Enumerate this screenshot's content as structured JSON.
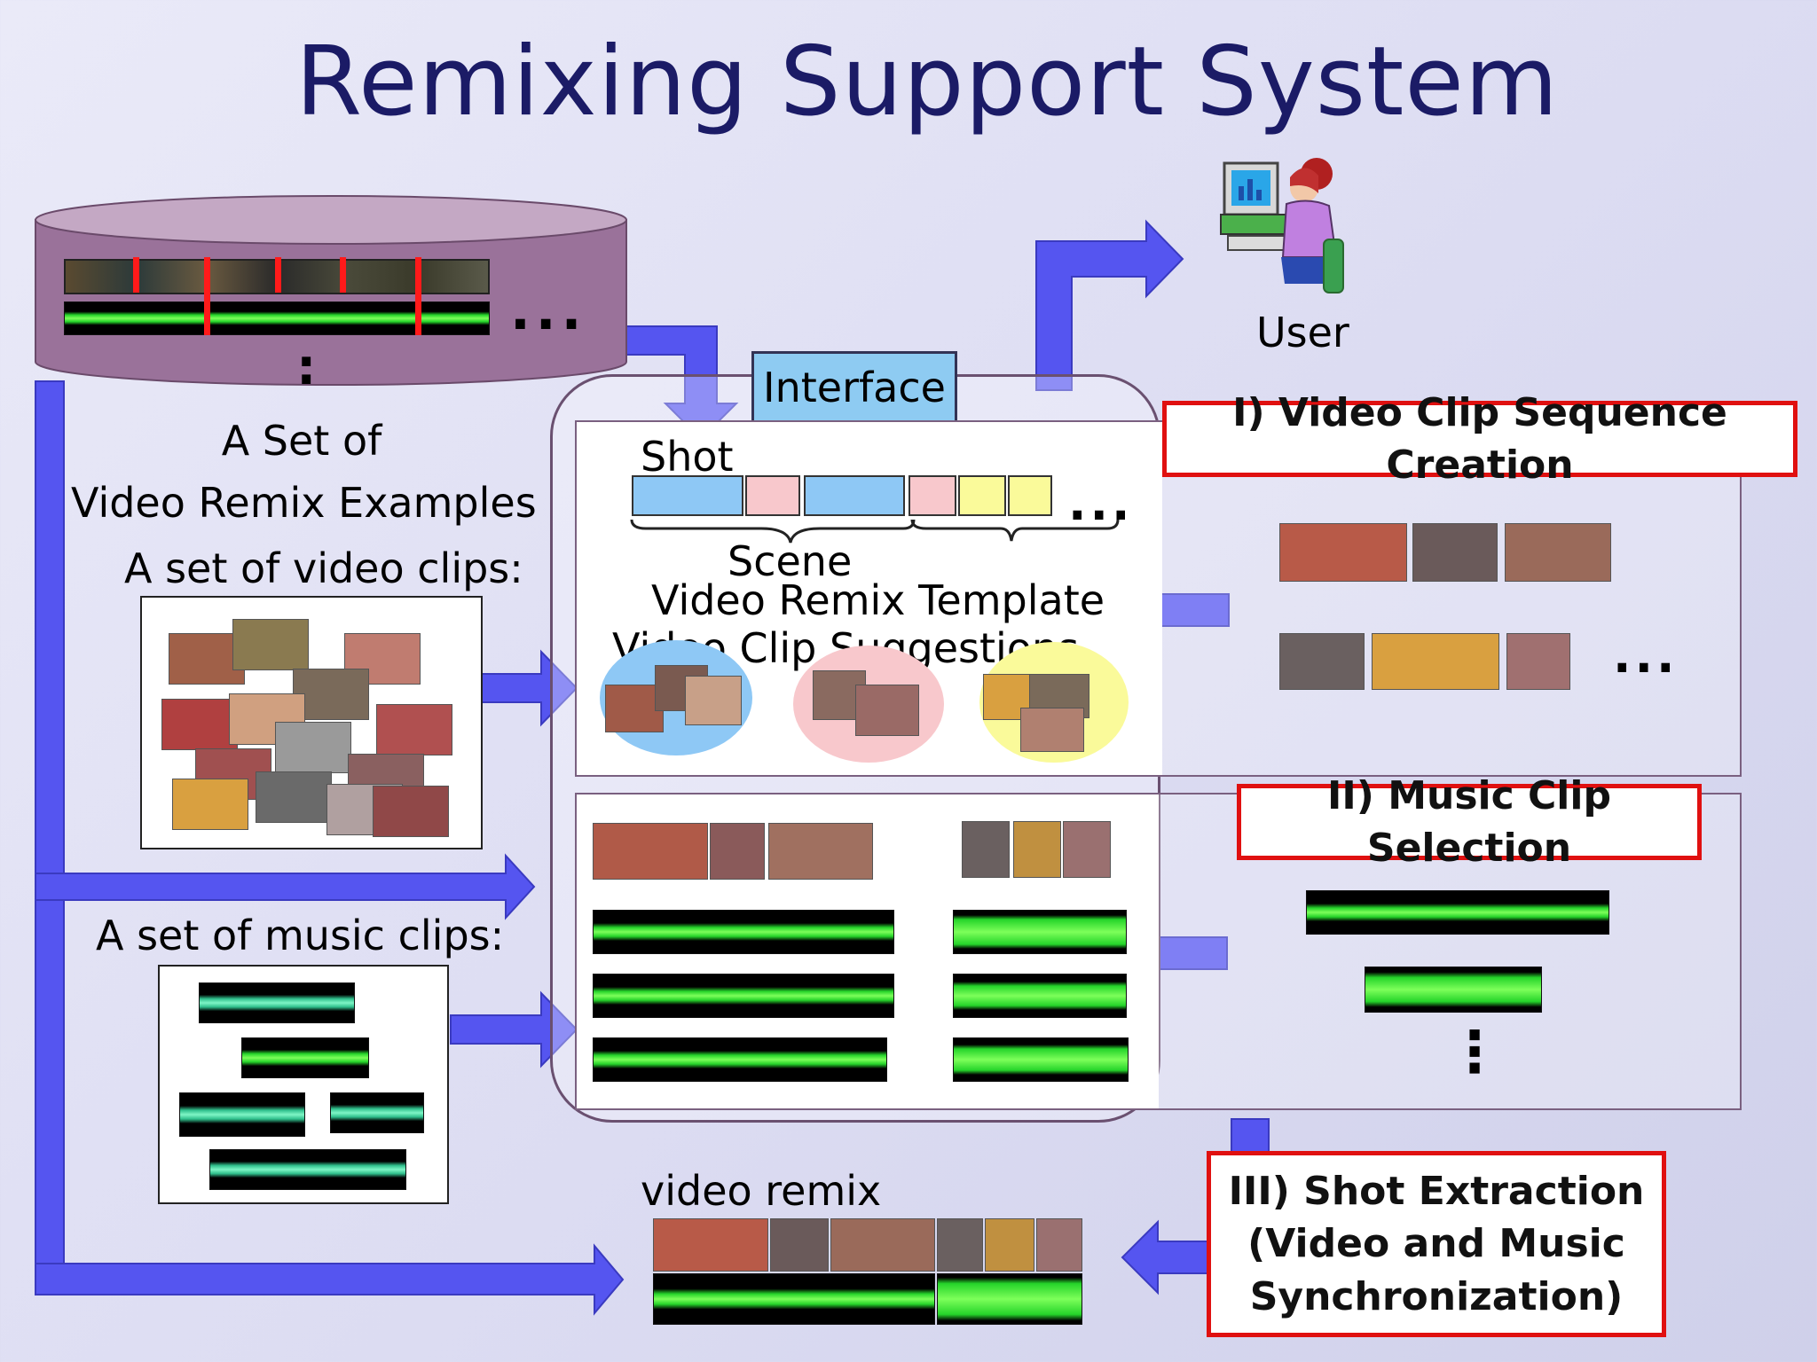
{
  "title": "Remixing Support System",
  "user_label": "User",
  "interface_label": "Interface",
  "database": {
    "examples_label_line1": "A Set of",
    "examples_label_line2": "Video Remix Examples",
    "ellipsis": "...",
    "vertical_dots": ":"
  },
  "video_clips_label": "A set of video clips:",
  "music_clips_label": "A set of music clips:",
  "interface_panel": {
    "shot_label": "Shot",
    "scene_label": "Scene",
    "template_label": "Video Remix Template",
    "suggestions_label": "Video Clip Suggestions",
    "ellipsis": "..."
  },
  "steps": {
    "step1": "I) Video Clip Sequence Creation",
    "step2": "II) Music Clip Selection",
    "step3_line1": "III) Shot Extraction",
    "step3_line2": "(Video and Music",
    "step3_line3": "Synchronization)"
  },
  "step1_ellipsis": "...",
  "step2_dots": "⋮",
  "video_remix_label": "video remix",
  "colors": {
    "arrow": "#5555f0",
    "database_fill": "#9e769e",
    "red_border": "#e01010",
    "shot_blue": "#8ec8f5",
    "shot_pink": "#f8c8cc",
    "shot_yellow": "#fafa9a",
    "interface_fill": "#8ecbf2"
  }
}
